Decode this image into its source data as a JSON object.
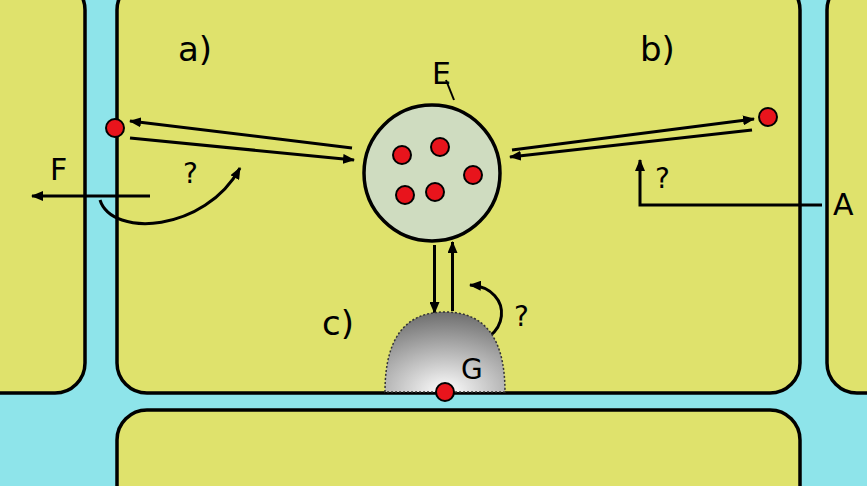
{
  "diagram": {
    "nodes": [
      {
        "text": [
          "E"
        ]
      },
      {
        "text": [
          "G"
        ]
      }
    ],
    "edges": [
      {
        "from": 0,
        "to": 1,
        "arrow": "to"
      },
      {
        "from": 1,
        "to": 0,
        "arrow": "to"
      }
    ],
    "labels": [
      "a)",
      "b)",
      "F",
      "?",
      "?",
      "A",
      "c)",
      "?"
    ]
  }
}
